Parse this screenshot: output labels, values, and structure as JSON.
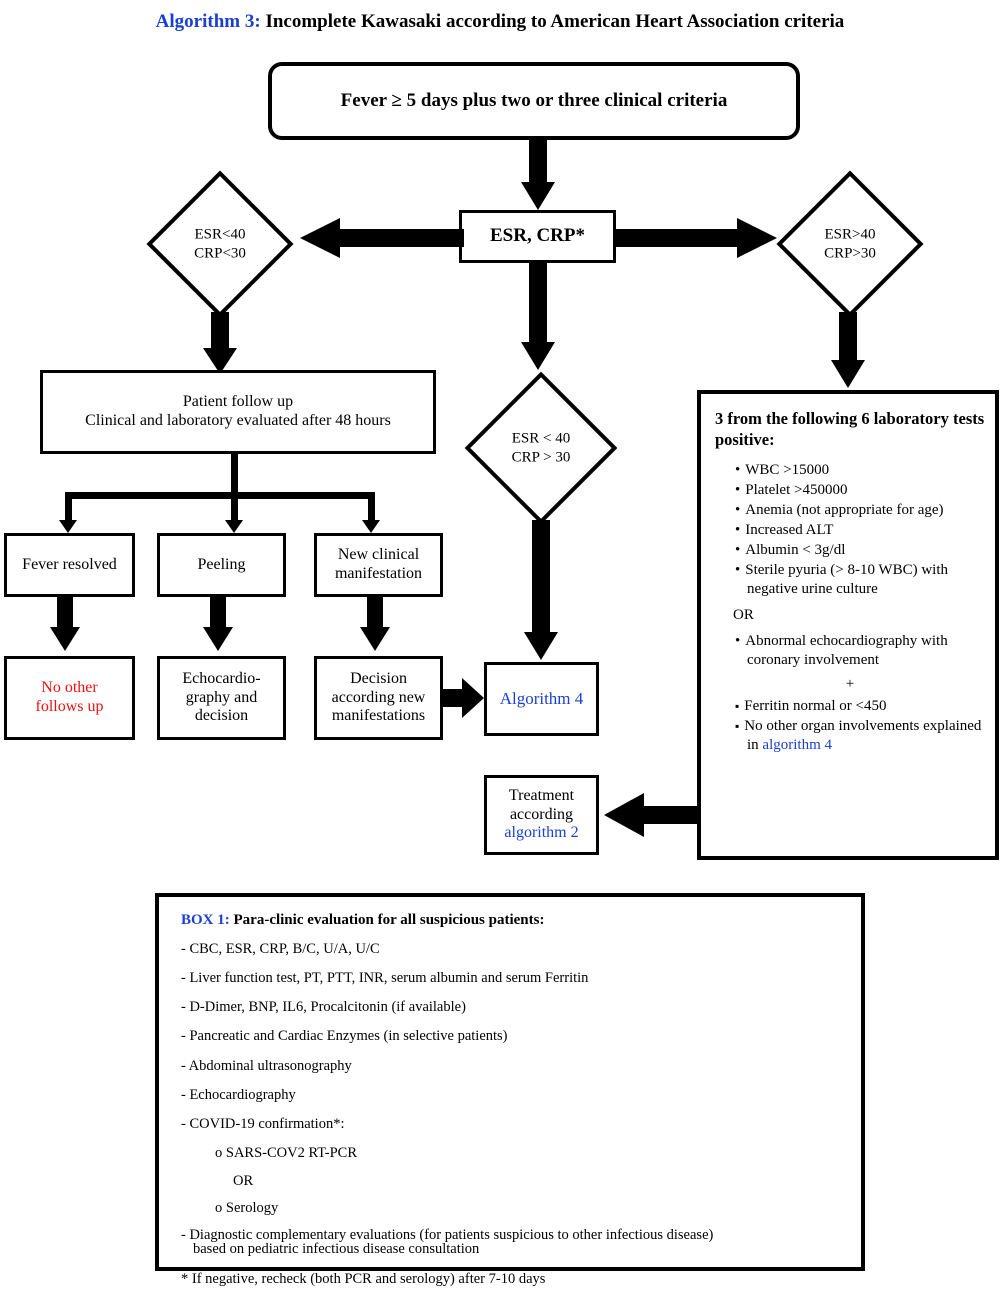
{
  "title": {
    "prefix": "Algorithm 3:",
    "rest": "Incomplete Kawasaki according to American Heart Association criteria"
  },
  "nodes": {
    "start": "Fever ≥ 5 days plus two or three clinical criteria",
    "test": "ESR, CRP*",
    "diamond_left": {
      "line1": "ESR<40",
      "line2": "CRP<30"
    },
    "diamond_right": {
      "line1": "ESR>40",
      "line2": "CRP>30"
    },
    "diamond_mid": {
      "line1": "ESR < 40",
      "line2": "CRP > 30"
    },
    "followup": {
      "line1": "Patient follow up",
      "line2": "Clinical and laboratory evaluated after 48 hours"
    },
    "branch1": "Fever resolved",
    "branch2": "Peeling",
    "branch3": {
      "line1": "New clinical",
      "line2": "manifestation"
    },
    "outcome1": {
      "line1": "No other",
      "line2": "follows up"
    },
    "outcome2": {
      "line1": "Echocardio-",
      "line2": "graphy and",
      "line3": "decision"
    },
    "outcome3": {
      "line1": "Decision",
      "line2": "according new",
      "line3": "manifestations"
    },
    "algorithm4": "Algorithm 4",
    "treatment": {
      "line1": "Treatment",
      "line2": "according",
      "link": "algorithm 2"
    }
  },
  "lab_panel": {
    "heading": "3 from the following 6 laboratory tests positive:",
    "items": [
      "WBC >15000",
      "Platelet >450000",
      "Anemia (not appropriate for age)",
      "Increased ALT",
      "Albumin < 3g/dl",
      "Sterile pyuria (> 8-10 WBC) with negative urine culture"
    ],
    "or_label": "OR",
    "alt_item": "Abnormal echocardiography with coronary involvement",
    "plus_label": "+",
    "square_items": [
      {
        "text": "Ferritin normal or <450",
        "link": ""
      },
      {
        "text": "No other organ involvements explained in ",
        "link": "algorithm 4"
      }
    ]
  },
  "box1": {
    "head_prefix": "BOX 1:",
    "head_rest": "Para-clinic evaluation for all suspicious patients:",
    "lines": [
      "-  CBC, ESR, CRP, B/C, U/A, U/C",
      "-  Liver function test, PT, PTT, INR, serum albumin and serum Ferritin",
      "-  D-Dimer, BNP, IL6, Procalcitonin (if available)",
      "-  Pancreatic and Cardiac Enzymes (in selective patients)",
      "-  Abdominal ultrasonography",
      "-  Echocardiography",
      "-  COVID-19 confirmation*:"
    ],
    "sub_items": [
      "o  SARS-COV2 RT-PCR",
      "OR",
      "o  Serology"
    ],
    "tail_line1": "-  Diagnostic complementary evaluations (for patients suspicious to other infectious disease)",
    "tail_line2": "based on pediatric infectious disease consultation",
    "footnote": "* If negative, recheck (both PCR and serology) after 7-10 days"
  },
  "colors": {
    "accent_blue": "#1a3fd4",
    "alert_red": "#ee1111",
    "stroke": "#000000"
  }
}
